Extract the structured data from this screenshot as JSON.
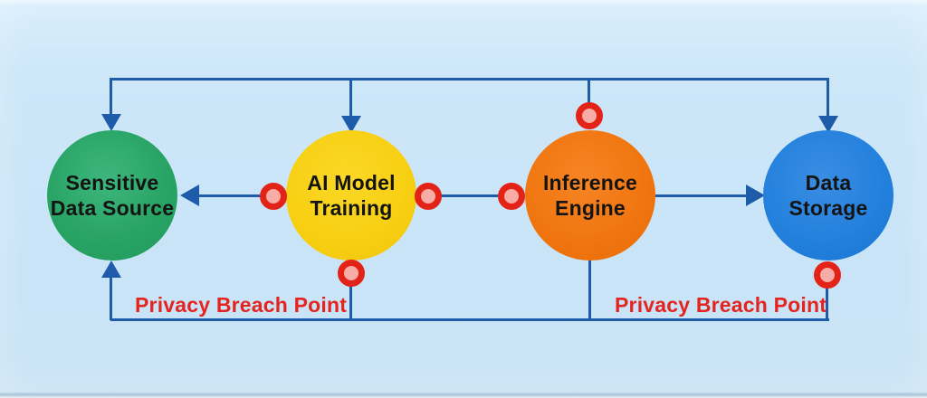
{
  "diagram": {
    "type": "flow-diagram",
    "background_color": "#cbe6f9",
    "connector_color": "#1e5caa",
    "nodes": [
      {
        "id": "sensitive-data-source",
        "label": "Sensitive\nData Source",
        "color": "#29a465",
        "text_color": "#141414"
      },
      {
        "id": "ai-model-training",
        "label": "AI Model\nTraining",
        "color": "#f7cf12",
        "text_color": "#141414"
      },
      {
        "id": "inference-engine",
        "label": "Inference\nEngine",
        "color": "#f0750e",
        "text_color": "#141414"
      },
      {
        "id": "data-storage",
        "label": "Data\nStorage",
        "color": "#2280dd",
        "text_color": "#141414"
      }
    ],
    "annotations": [
      {
        "id": "privacy-breach-left",
        "label": "Privacy Breach Point",
        "color": "#e52420"
      },
      {
        "id": "privacy-breach-right",
        "label": "Privacy Breach Point",
        "color": "#e52420"
      }
    ],
    "breach_markers": {
      "count": 6,
      "ring_color": "#e42318",
      "fill_color": "#f7aca6",
      "positions": [
        "left-of-ai-model-training",
        "right-of-ai-model-training",
        "left-of-inference-engine",
        "top-of-inference-engine",
        "bottom-of-ai-model-training",
        "bottom-of-data-storage"
      ]
    },
    "edges": [
      {
        "from": "inference-engine",
        "to": "sensitive-data-source",
        "path": "top",
        "arrow": true
      },
      {
        "from": "inference-engine",
        "to": "ai-model-training",
        "path": "top",
        "arrow": true
      },
      {
        "from": "inference-engine",
        "to": "data-storage",
        "path": "top",
        "arrow": true
      },
      {
        "from": "ai-model-training",
        "to": "sensitive-data-source",
        "path": "middle",
        "arrow": true
      },
      {
        "from": "ai-model-training",
        "to": "inference-engine",
        "path": "middle",
        "arrow": false
      },
      {
        "from": "inference-engine",
        "to": "data-storage",
        "path": "middle",
        "arrow": true
      },
      {
        "from": "ai-model-training",
        "to": "sensitive-data-source",
        "path": "bottom",
        "arrow": true
      },
      {
        "from": "inference-engine",
        "to": "sensitive-data-source",
        "path": "bottom",
        "arrow": true
      },
      {
        "from": "data-storage",
        "to": "sensitive-data-source",
        "path": "bottom",
        "arrow": true
      }
    ]
  }
}
